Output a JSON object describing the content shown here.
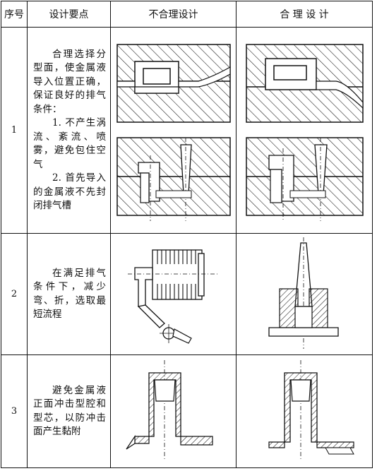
{
  "header": {
    "no": "序号",
    "point": "设计要点",
    "bad": "不合理设计",
    "good": "合 理 设 计"
  },
  "rows": [
    {
      "no": "1",
      "point": [
        "合理选择分型面，使金属液导入位置正确，保证良好的排气条件：",
        "1. 不产生涡流、紊流、喷雾，避免包住空气",
        "2. 首先导入的金属液不先封闭排气槽"
      ]
    },
    {
      "no": "2",
      "point": [
        "在满足排气条件下，减少弯、折，选取最短流程"
      ]
    },
    {
      "no": "3",
      "point": [
        "避免金属液正面冲击型腔和型芯，以防冲击面产生黏附"
      ]
    }
  ]
}
